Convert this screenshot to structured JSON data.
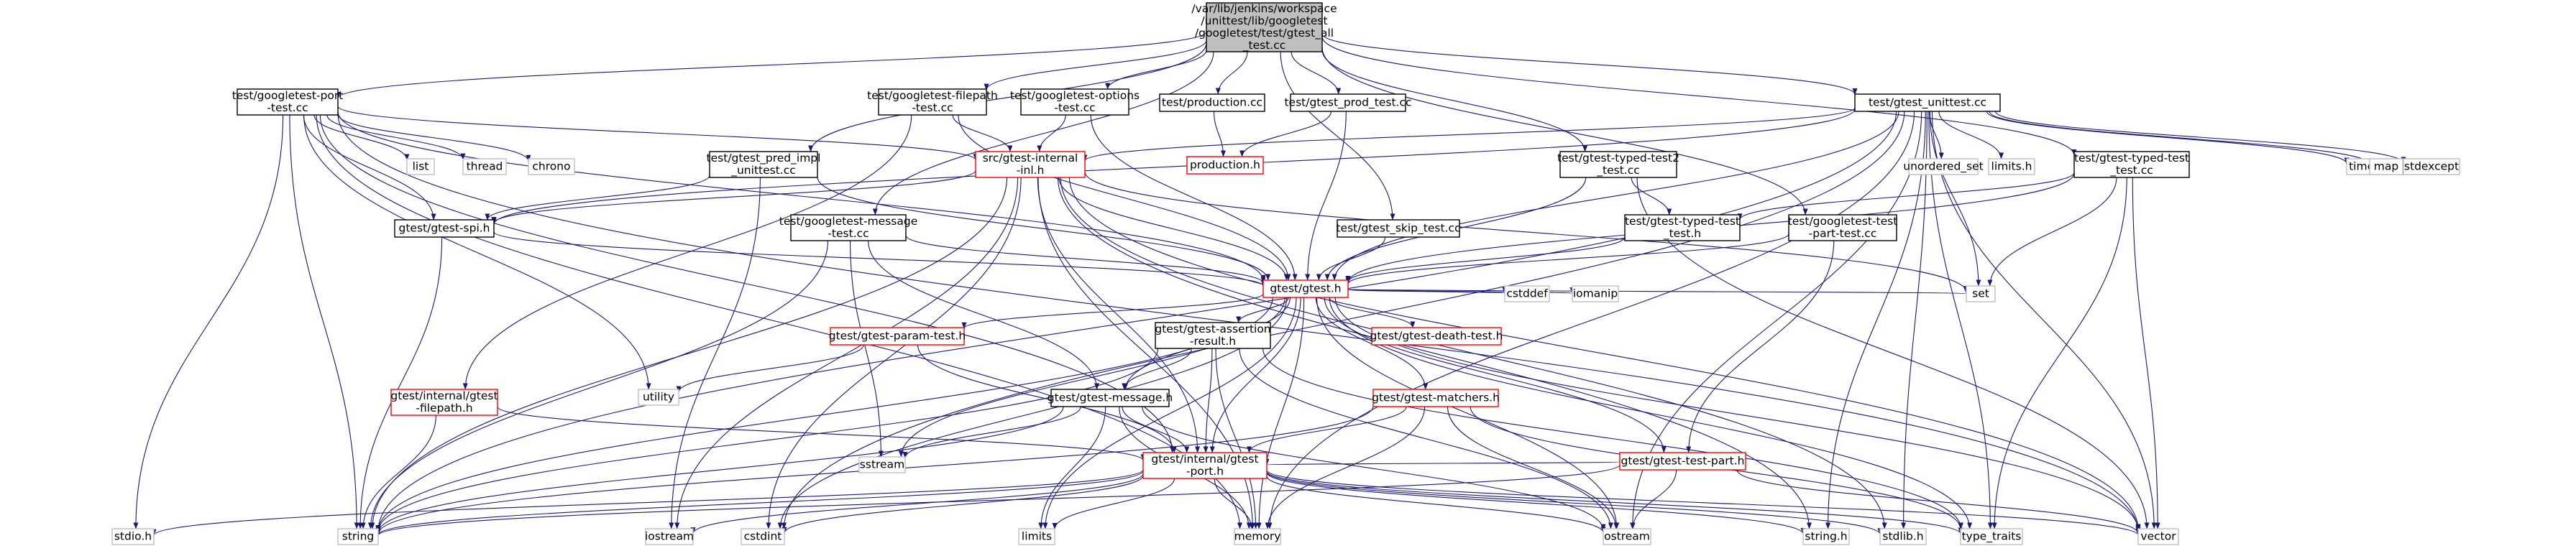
{
  "colors": {
    "edge": "#191970",
    "root_fill": "#bfbfbf",
    "root_border": "#000000",
    "file_border": "#000000",
    "file_fill": "#ffffff",
    "incomplete_border": "#ff0000",
    "incomplete_text": "#ff0000",
    "system_border": "#bfbfbf",
    "system_text": "#404040"
  },
  "graph": {
    "nodes": [
      {
        "id": "root",
        "kind": "root",
        "lines": [
          "/var/lib/jenkins/workspace",
          "/unittest/lib/googletest",
          "/googletest/test/gtest_all",
          "_test.cc"
        ]
      },
      {
        "id": "port_test",
        "kind": "file",
        "lines": [
          "test/googletest-port",
          "-test.cc"
        ]
      },
      {
        "id": "filepath_test",
        "kind": "file",
        "lines": [
          "test/googletest-filepath",
          "-test.cc"
        ]
      },
      {
        "id": "options_test",
        "kind": "file",
        "lines": [
          "test/googletest-options",
          "-test.cc"
        ]
      },
      {
        "id": "production_cc",
        "kind": "file",
        "lines": [
          "test/production.cc"
        ]
      },
      {
        "id": "prod_test",
        "kind": "file",
        "lines": [
          "test/gtest_prod_test.cc"
        ]
      },
      {
        "id": "unittest",
        "kind": "file",
        "lines": [
          "test/gtest_unittest.cc"
        ]
      },
      {
        "id": "gtest_internal_inl",
        "kind": "incomplete",
        "lines": [
          "src/gtest-internal",
          "-inl.h"
        ]
      },
      {
        "id": "production_h",
        "kind": "incomplete",
        "lines": [
          "production.h"
        ]
      },
      {
        "id": "pred_impl_test",
        "kind": "file",
        "lines": [
          "test/gtest_pred_impl",
          "_unittest.cc"
        ]
      },
      {
        "id": "typed_test2",
        "kind": "file",
        "lines": [
          "test/gtest-typed-test2",
          "_test.cc"
        ]
      },
      {
        "id": "typed_test_cc",
        "kind": "file",
        "lines": [
          "test/gtest-typed-test",
          "_test.cc"
        ]
      },
      {
        "id": "typed_test_h",
        "kind": "file",
        "lines": [
          "test/gtest-typed-test",
          "_test.h"
        ]
      },
      {
        "id": "message_test",
        "kind": "file",
        "lines": [
          "test/googletest-message",
          "-test.cc"
        ]
      },
      {
        "id": "skip_test",
        "kind": "file",
        "lines": [
          "test/gtest_skip_test.cc"
        ]
      },
      {
        "id": "test_part_test",
        "kind": "file",
        "lines": [
          "test/googletest-test",
          "-part-test.cc"
        ]
      },
      {
        "id": "gtest_spi",
        "kind": "file",
        "lines": [
          "gtest/gtest-spi.h"
        ]
      },
      {
        "id": "gtest_h",
        "kind": "incomplete",
        "lines": [
          "gtest/gtest.h"
        ]
      },
      {
        "id": "param_test",
        "kind": "incomplete",
        "lines": [
          "gtest/gtest-param-test.h"
        ]
      },
      {
        "id": "assertion_result",
        "kind": "file",
        "lines": [
          "gtest/gtest-assertion",
          "-result.h"
        ]
      },
      {
        "id": "death_test",
        "kind": "incomplete",
        "lines": [
          "gtest/gtest-death-test.h"
        ]
      },
      {
        "id": "matchers",
        "kind": "incomplete",
        "lines": [
          "gtest/gtest-matchers.h"
        ]
      },
      {
        "id": "message_h",
        "kind": "file",
        "lines": [
          "gtest/gtest-message.h"
        ]
      },
      {
        "id": "internal_filepath",
        "kind": "incomplete",
        "lines": [
          "gtest/internal/gtest",
          "-filepath.h"
        ]
      },
      {
        "id": "internal_port",
        "kind": "incomplete",
        "lines": [
          "gtest/internal/gtest",
          "-port.h"
        ]
      },
      {
        "id": "test_part_h",
        "kind": "incomplete",
        "lines": [
          "gtest/gtest-test-part.h"
        ]
      },
      {
        "id": "list",
        "kind": "system",
        "lines": [
          "list"
        ]
      },
      {
        "id": "thread",
        "kind": "system",
        "lines": [
          "thread"
        ]
      },
      {
        "id": "chrono",
        "kind": "system",
        "lines": [
          "chrono"
        ]
      },
      {
        "id": "unordered_set",
        "kind": "system",
        "lines": [
          "unordered_set"
        ]
      },
      {
        "id": "limits_h",
        "kind": "system",
        "lines": [
          "limits.h"
        ]
      },
      {
        "id": "time_h",
        "kind": "system",
        "lines": [
          "time.h"
        ]
      },
      {
        "id": "map",
        "kind": "system",
        "lines": [
          "map"
        ]
      },
      {
        "id": "stdexcept",
        "kind": "system",
        "lines": [
          "stdexcept"
        ]
      },
      {
        "id": "set",
        "kind": "system",
        "lines": [
          "set"
        ]
      },
      {
        "id": "cstddef",
        "kind": "system",
        "lines": [
          "cstddef"
        ]
      },
      {
        "id": "iomanip",
        "kind": "system",
        "lines": [
          "iomanip"
        ]
      },
      {
        "id": "utility",
        "kind": "system",
        "lines": [
          "utility"
        ]
      },
      {
        "id": "sstream",
        "kind": "system",
        "lines": [
          "sstream"
        ]
      },
      {
        "id": "stdio_h",
        "kind": "system",
        "lines": [
          "stdio.h"
        ]
      },
      {
        "id": "string",
        "kind": "system",
        "lines": [
          "string"
        ]
      },
      {
        "id": "iostream",
        "kind": "system",
        "lines": [
          "iostream"
        ]
      },
      {
        "id": "cstdint",
        "kind": "system",
        "lines": [
          "cstdint"
        ]
      },
      {
        "id": "limits",
        "kind": "system",
        "lines": [
          "limits"
        ]
      },
      {
        "id": "memory",
        "kind": "system",
        "lines": [
          "memory"
        ]
      },
      {
        "id": "ostream",
        "kind": "system",
        "lines": [
          "ostream"
        ]
      },
      {
        "id": "string_h",
        "kind": "system",
        "lines": [
          "string.h"
        ]
      },
      {
        "id": "stdlib_h",
        "kind": "system",
        "lines": [
          "stdlib.h"
        ]
      },
      {
        "id": "type_traits",
        "kind": "system",
        "lines": [
          "type_traits"
        ]
      },
      {
        "id": "vector",
        "kind": "system",
        "lines": [
          "vector"
        ]
      }
    ],
    "edges": [
      [
        "root",
        "port_test"
      ],
      [
        "root",
        "filepath_test"
      ],
      [
        "root",
        "options_test"
      ],
      [
        "root",
        "production_cc"
      ],
      [
        "root",
        "prod_test"
      ],
      [
        "root",
        "unittest"
      ],
      [
        "root",
        "pred_impl_test"
      ],
      [
        "root",
        "message_test"
      ],
      [
        "root",
        "skip_test"
      ],
      [
        "root",
        "typed_test2"
      ],
      [
        "root",
        "typed_test_cc"
      ],
      [
        "root",
        "test_part_test"
      ],
      [
        "port_test",
        "list"
      ],
      [
        "port_test",
        "thread"
      ],
      [
        "port_test",
        "chrono"
      ],
      [
        "port_test",
        "stdio_h"
      ],
      [
        "port_test",
        "string"
      ],
      [
        "port_test",
        "memory"
      ],
      [
        "port_test",
        "utility"
      ],
      [
        "port_test",
        "gtest_spi"
      ],
      [
        "port_test",
        "gtest_h"
      ],
      [
        "port_test",
        "gtest_internal_inl"
      ],
      [
        "port_test",
        "internal_port"
      ],
      [
        "port_test",
        "vector"
      ],
      [
        "filepath_test",
        "gtest_h"
      ],
      [
        "filepath_test",
        "gtest_internal_inl"
      ],
      [
        "filepath_test",
        "internal_filepath"
      ],
      [
        "options_test",
        "gtest_h"
      ],
      [
        "options_test",
        "gtest_internal_inl"
      ],
      [
        "production_cc",
        "production_h"
      ],
      [
        "prod_test",
        "gtest_h"
      ],
      [
        "prod_test",
        "production_h"
      ],
      [
        "unittest",
        "gtest_h"
      ],
      [
        "unittest",
        "gtest_internal_inl"
      ],
      [
        "unittest",
        "gtest_spi"
      ],
      [
        "unittest",
        "unordered_set"
      ],
      [
        "unittest",
        "limits_h"
      ],
      [
        "unittest",
        "time_h"
      ],
      [
        "unittest",
        "map"
      ],
      [
        "unittest",
        "stdexcept"
      ],
      [
        "unittest",
        "set"
      ],
      [
        "unittest",
        "string"
      ],
      [
        "unittest",
        "ostream"
      ],
      [
        "unittest",
        "string_h"
      ],
      [
        "unittest",
        "stdlib_h"
      ],
      [
        "unittest",
        "type_traits"
      ],
      [
        "unittest",
        "vector"
      ],
      [
        "unittest",
        "cstdint"
      ],
      [
        "unittest",
        "memory"
      ],
      [
        "gtest_internal_inl",
        "gtest_spi"
      ],
      [
        "gtest_internal_inl",
        "gtest_h"
      ],
      [
        "gtest_internal_inl",
        "internal_port"
      ],
      [
        "gtest_internal_inl",
        "string"
      ],
      [
        "gtest_internal_inl",
        "cstdint"
      ],
      [
        "gtest_internal_inl",
        "memory"
      ],
      [
        "gtest_internal_inl",
        "vector"
      ],
      [
        "gtest_internal_inl",
        "set"
      ],
      [
        "gtest_internal_inl",
        "string_h"
      ],
      [
        "gtest_internal_inl",
        "stdlib_h"
      ],
      [
        "gtest_internal_inl",
        "iostream"
      ],
      [
        "pred_impl_test",
        "gtest_h"
      ],
      [
        "pred_impl_test",
        "gtest_spi"
      ],
      [
        "pred_impl_test",
        "iostream"
      ],
      [
        "typed_test2",
        "gtest_h"
      ],
      [
        "typed_test2",
        "typed_test_h"
      ],
      [
        "typed_test2",
        "vector"
      ],
      [
        "typed_test_cc",
        "gtest_h"
      ],
      [
        "typed_test_cc",
        "typed_test_h"
      ],
      [
        "typed_test_cc",
        "set"
      ],
      [
        "typed_test_cc",
        "type_traits"
      ],
      [
        "typed_test_cc",
        "vector"
      ],
      [
        "typed_test_h",
        "gtest_h"
      ],
      [
        "message_test",
        "gtest_h"
      ],
      [
        "message_test",
        "message_h"
      ],
      [
        "message_test",
        "sstream"
      ],
      [
        "message_test",
        "string"
      ],
      [
        "skip_test",
        "gtest_h"
      ],
      [
        "test_part_test",
        "gtest_h"
      ],
      [
        "test_part_test",
        "test_part_h"
      ],
      [
        "gtest_spi",
        "gtest_h"
      ],
      [
        "gtest_spi",
        "string"
      ],
      [
        "gtest_h",
        "param_test"
      ],
      [
        "gtest_h",
        "assertion_result"
      ],
      [
        "gtest_h",
        "death_test"
      ],
      [
        "gtest_h",
        "matchers"
      ],
      [
        "gtest_h",
        "message_h"
      ],
      [
        "gtest_h",
        "internal_port"
      ],
      [
        "gtest_h",
        "test_part_h"
      ],
      [
        "gtest_h",
        "cstddef"
      ],
      [
        "gtest_h",
        "iomanip"
      ],
      [
        "gtest_h",
        "set"
      ],
      [
        "gtest_h",
        "string"
      ],
      [
        "gtest_h",
        "cstdint"
      ],
      [
        "gtest_h",
        "limits"
      ],
      [
        "gtest_h",
        "memory"
      ],
      [
        "gtest_h",
        "ostream"
      ],
      [
        "gtest_h",
        "sstream"
      ],
      [
        "gtest_h",
        "type_traits"
      ],
      [
        "gtest_h",
        "vector"
      ],
      [
        "param_test",
        "utility"
      ],
      [
        "param_test",
        "internal_port"
      ],
      [
        "assertion_result",
        "message_h"
      ],
      [
        "assertion_result",
        "internal_port"
      ],
      [
        "assertion_result",
        "memory"
      ],
      [
        "assertion_result",
        "ostream"
      ],
      [
        "assertion_result",
        "string"
      ],
      [
        "assertion_result",
        "type_traits"
      ],
      [
        "matchers",
        "internal_port"
      ],
      [
        "matchers",
        "memory"
      ],
      [
        "matchers",
        "ostream"
      ],
      [
        "matchers",
        "string"
      ],
      [
        "matchers",
        "type_traits"
      ],
      [
        "message_h",
        "internal_port"
      ],
      [
        "message_h",
        "limits"
      ],
      [
        "message_h",
        "memory"
      ],
      [
        "message_h",
        "ostream"
      ],
      [
        "message_h",
        "sstream"
      ],
      [
        "message_h",
        "string"
      ],
      [
        "internal_filepath",
        "internal_port"
      ],
      [
        "internal_filepath",
        "string"
      ],
      [
        "test_part_h",
        "internal_port"
      ],
      [
        "test_part_h",
        "ostream"
      ],
      [
        "test_part_h",
        "string"
      ],
      [
        "test_part_h",
        "vector"
      ],
      [
        "internal_port",
        "stdio_h"
      ],
      [
        "internal_port",
        "string"
      ],
      [
        "internal_port",
        "iostream"
      ],
      [
        "internal_port",
        "cstdint"
      ],
      [
        "internal_port",
        "limits"
      ],
      [
        "internal_port",
        "memory"
      ],
      [
        "internal_port",
        "ostream"
      ],
      [
        "internal_port",
        "string_h"
      ],
      [
        "internal_port",
        "stdlib_h"
      ],
      [
        "internal_port",
        "type_traits"
      ],
      [
        "internal_port",
        "vector"
      ]
    ]
  }
}
